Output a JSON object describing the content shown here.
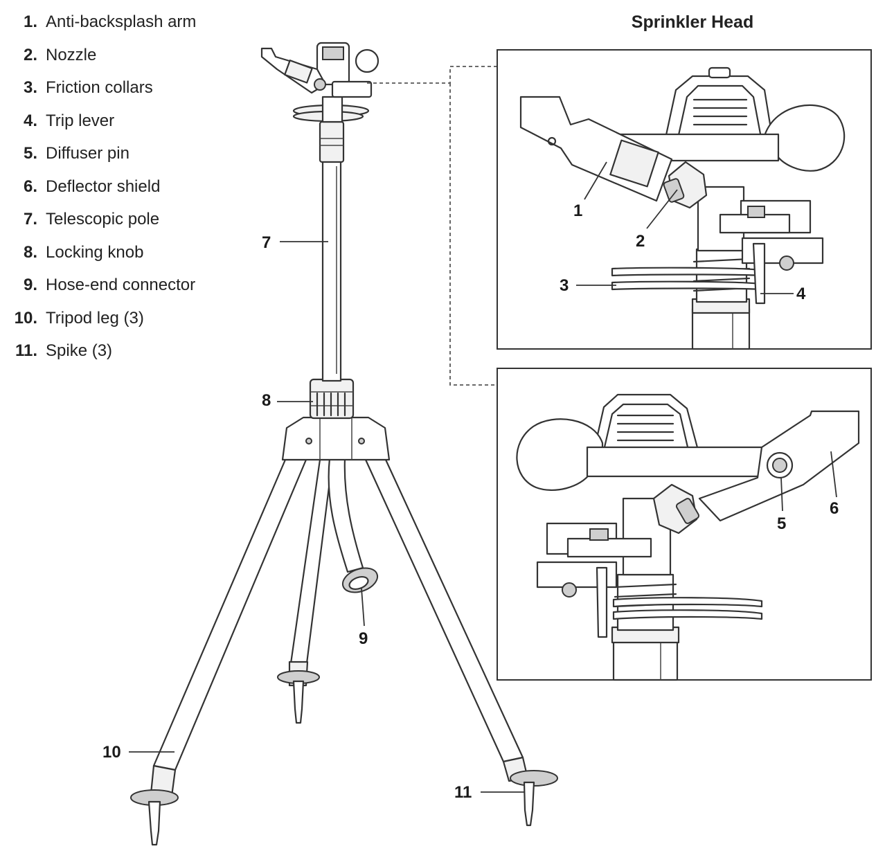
{
  "parts": [
    {
      "num": "1.",
      "label": "Anti-backsplash arm"
    },
    {
      "num": "2.",
      "label": "Nozzle"
    },
    {
      "num": "3.",
      "label": "Friction collars"
    },
    {
      "num": "4.",
      "label": "Trip lever"
    },
    {
      "num": "5.",
      "label": "Diffuser pin"
    },
    {
      "num": "6.",
      "label": "Deflector shield"
    },
    {
      "num": "7.",
      "label": "Telescopic pole"
    },
    {
      "num": "8.",
      "label": "Locking knob"
    },
    {
      "num": "9.",
      "label": "Hose-end connector"
    },
    {
      "num": "10.",
      "label": "Tripod leg (3)"
    },
    {
      "num": "11.",
      "label": "Spike (3)"
    }
  ],
  "inset_title": "Sprinkler Head",
  "callouts": {
    "main": {
      "pole": "7",
      "knob": "8",
      "connector": "9",
      "leg": "10",
      "spike": "11"
    },
    "top_inset": {
      "arm": "1",
      "nozzle": "2",
      "collars": "3",
      "lever": "4"
    },
    "bottom_inset": {
      "pin": "5",
      "shield": "6"
    }
  }
}
